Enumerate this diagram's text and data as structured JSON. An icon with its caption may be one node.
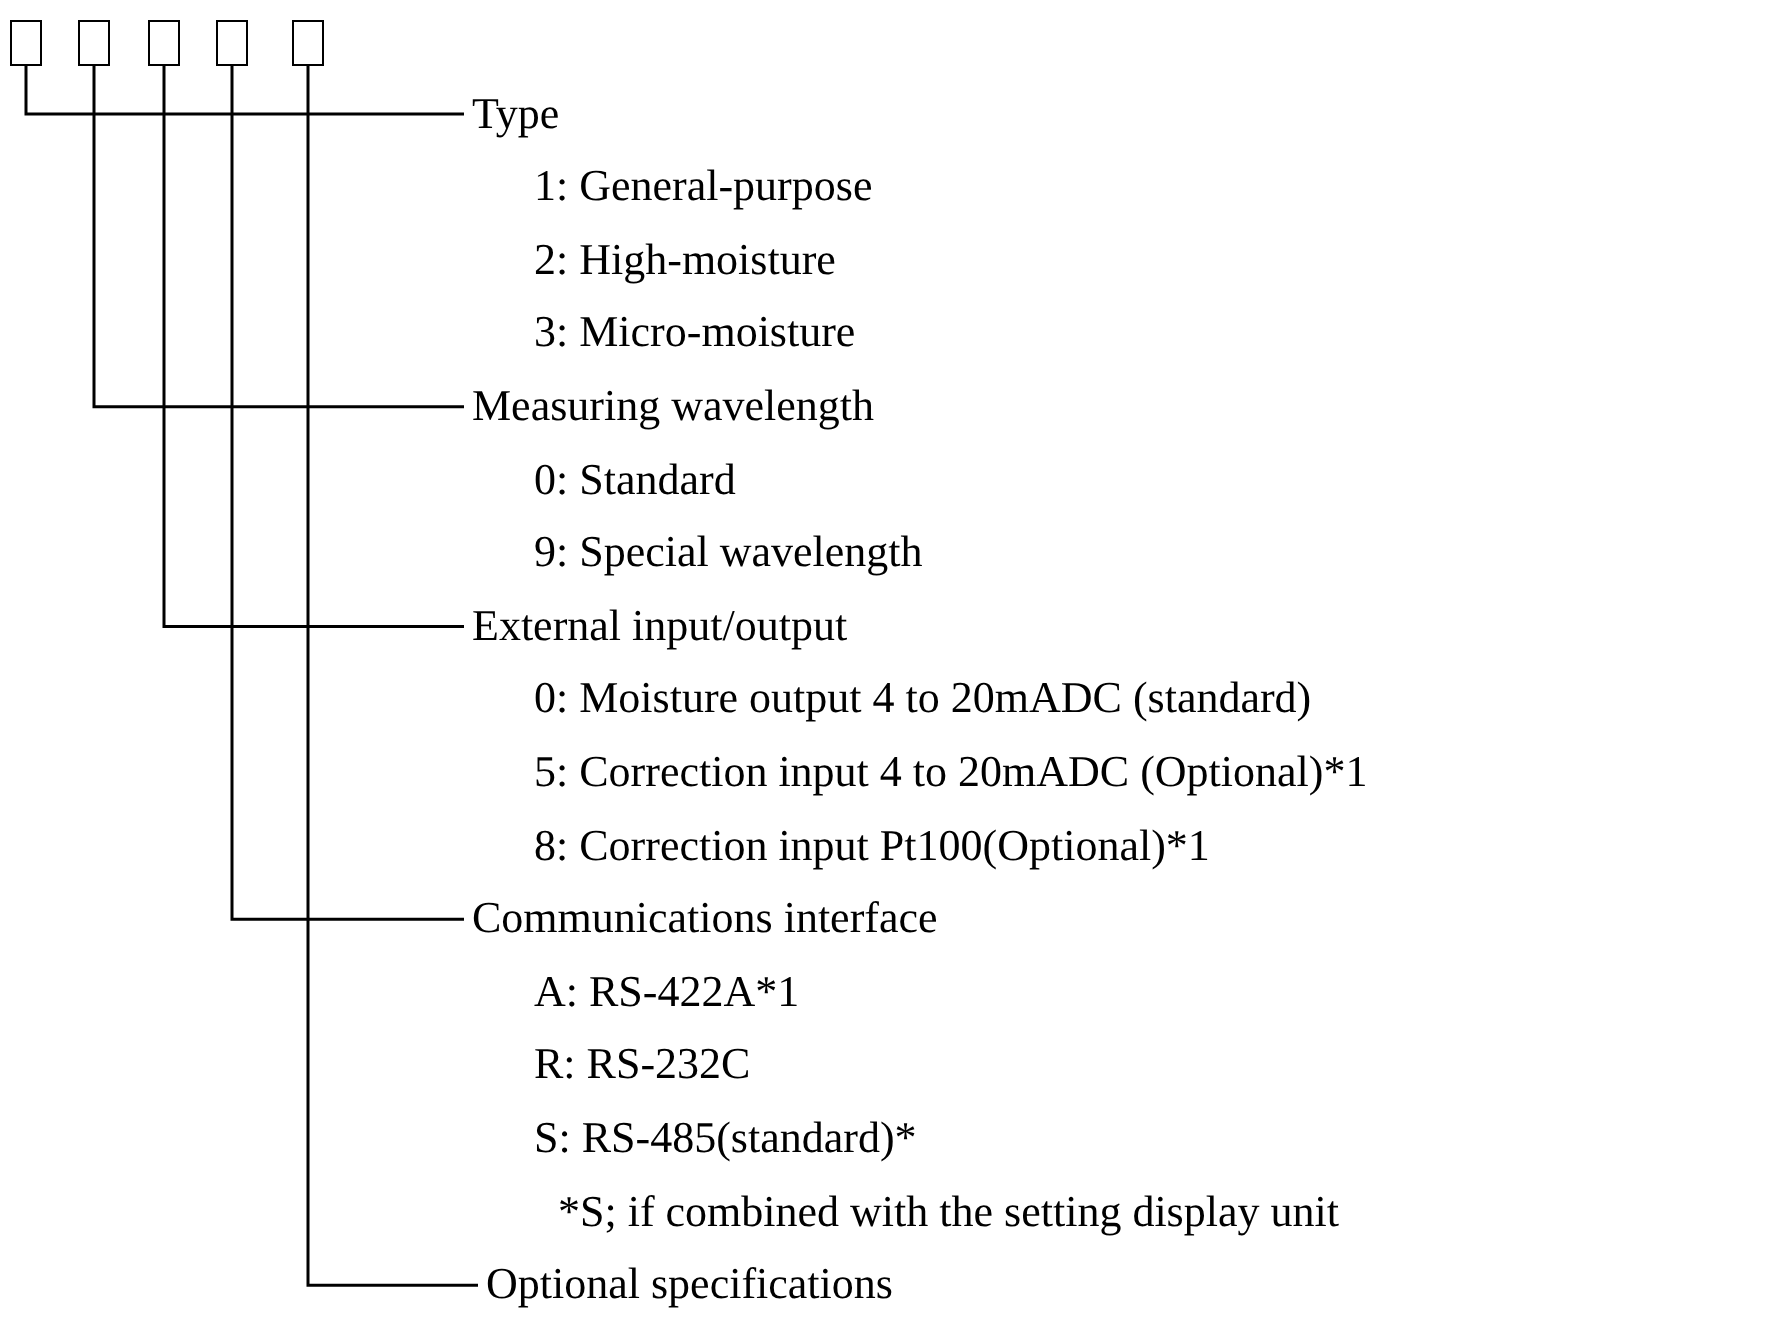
{
  "diagram": {
    "nodes": [
      {
        "text": [],
        "shape": "box"
      },
      {
        "text": [],
        "shape": "box"
      },
      {
        "text": [],
        "shape": "box"
      },
      {
        "text": [],
        "shape": "box"
      },
      {
        "text": [],
        "shape": "box"
      },
      {
        "text": [
          "Type",
          "1: General-purpose",
          "2: High-moisture",
          "3: Micro-moisture"
        ]
      },
      {
        "text": [
          "Measuring wavelength",
          "0: Standard",
          "9: Special wavelength"
        ]
      },
      {
        "text": [
          "External input/output",
          "0: Moisture output 4 to 20mADC (standard)",
          "5: Correction input 4 to 20mADC (Optional)*1",
          "8: Correction input Pt100(Optional)*1"
        ]
      },
      {
        "text": [
          "Communications interface",
          "A: RS-422A*1",
          "R: RS-232C",
          "S: RS-485(standard)*",
          "*S; if combined with the setting display unit"
        ]
      },
      {
        "text": [
          "Optional specifications"
        ]
      }
    ],
    "edges": [
      {
        "from": 0,
        "to": 5,
        "arrow": "none"
      },
      {
        "from": 1,
        "to": 6,
        "arrow": "none"
      },
      {
        "from": 2,
        "to": 7,
        "arrow": "none"
      },
      {
        "from": 3,
        "to": 8,
        "arrow": "none"
      },
      {
        "from": 4,
        "to": 9,
        "arrow": "none"
      }
    ]
  }
}
